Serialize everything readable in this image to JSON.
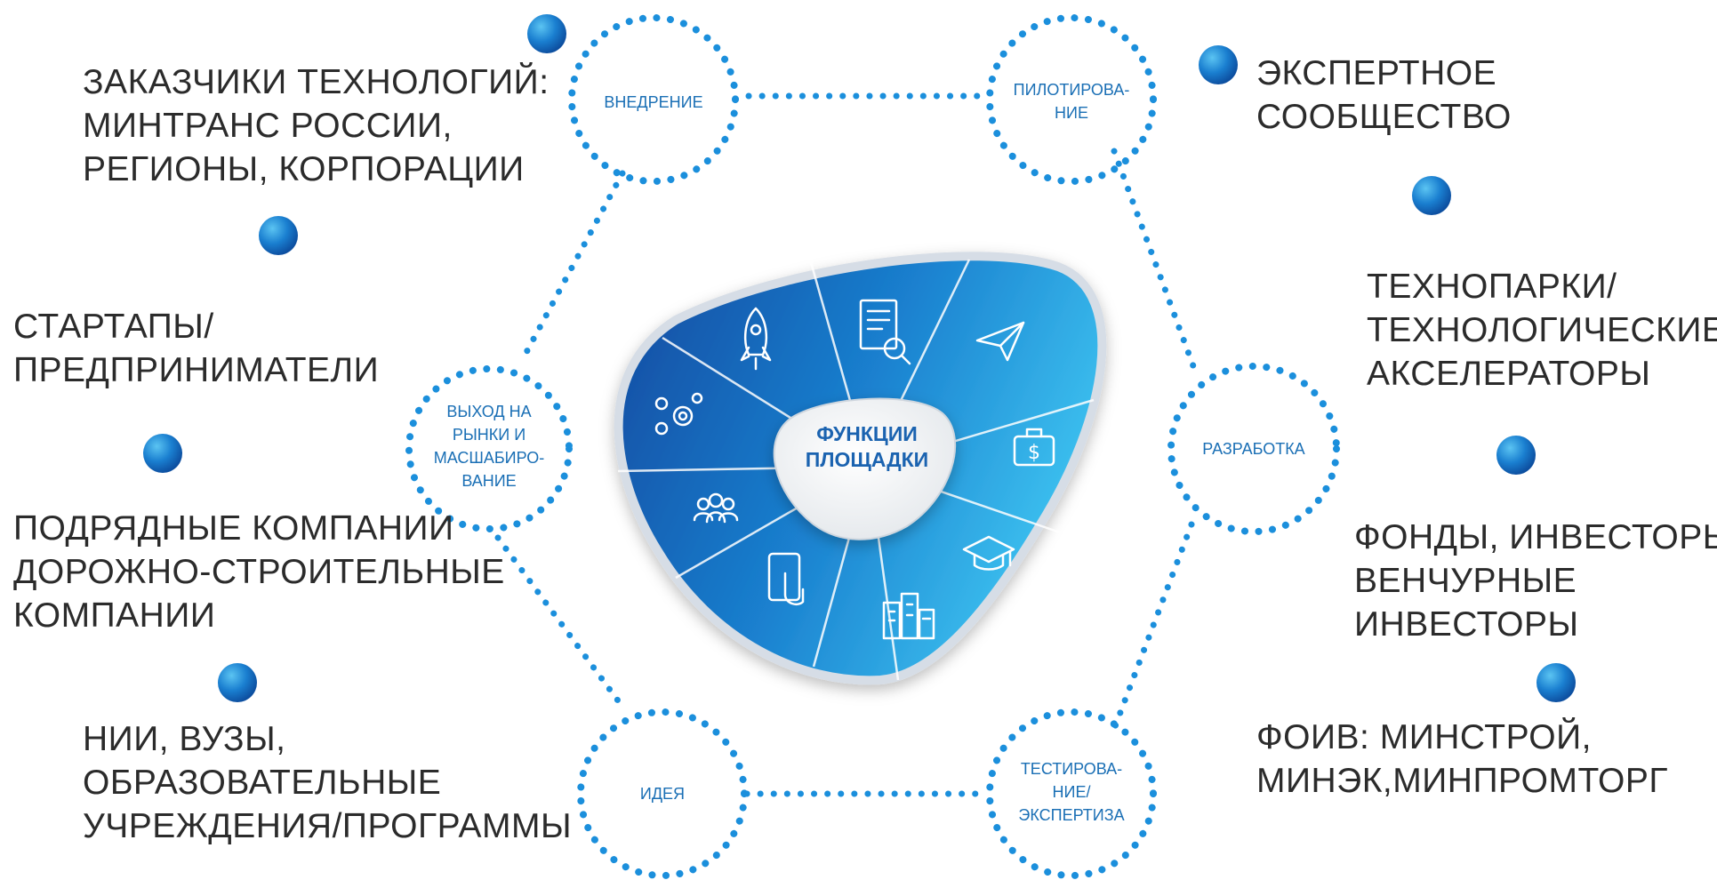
{
  "center": {
    "lines": [
      "ФУНКЦИИ",
      "ПЛОЩАДКИ"
    ]
  },
  "nodes": {
    "vnedrenie": {
      "lines": [
        "ВНЕДРЕНИЕ"
      ]
    },
    "pilot": {
      "lines": [
        "ПИЛОТИРОВА-",
        "НИЕ"
      ]
    },
    "razrabotka": {
      "lines": [
        "РАЗРАБОТКА"
      ]
    },
    "testing": {
      "lines": [
        "ТЕСТИРОВА-",
        "НИЕ/",
        "ЭКСПЕРТИЗА"
      ]
    },
    "ideya": {
      "lines": [
        "ИДЕЯ"
      ]
    },
    "vyhod": {
      "lines": [
        "ВЫХОД НА",
        "РЫНКИ И",
        "МАСШАБИРО-",
        "ВАНИЕ"
      ]
    }
  },
  "labels": {
    "zakazchiki": [
      "ЗАКАЗЧИКИ ТЕХНОЛОГИЙ:",
      "МИНТРАНС РОССИИ,",
      "РЕГИОНЫ, КОРПОРАЦИИ"
    ],
    "startapy": [
      "СТАРТАПЫ/",
      "ПРЕДПРИНИМАТЕЛИ"
    ],
    "podryadnye": [
      "ПОДРЯДНЫЕ КОМПАНИИ",
      "ДОРОЖНО-СТРОИТЕЛЬНЫЕ",
      "КОМПАНИИ"
    ],
    "nii": [
      "НИИ, ВУЗЫ,",
      "ОБРАЗОВАТЕЛЬНЫЕ",
      "УЧРЕЖДЕНИЯ/ПРОГРАММЫ"
    ],
    "ekspertnoe": [
      "ЭКСПЕРТНОЕ",
      "СООБЩЕСТВО"
    ],
    "tehnoparki": [
      "ТЕХНОПАРКИ/",
      "ТЕХНОЛОГИЧЕСКИЕ",
      "АКСЕЛЕРАТОРЫ"
    ],
    "fondy": [
      "ФОНДЫ, ИНВЕСТОРЫ,",
      "ВЕНЧУРНЫЕ",
      "ИНВЕСТОРЫ"
    ],
    "foiv": [
      "ФОИВ: МИНСТРОЙ,",
      "МИНЭК,МИНПРОМТОРГ"
    ]
  },
  "icons": [
    "rocket-icon",
    "document-search-icon",
    "paper-plane-icon",
    "money-briefcase-icon",
    "graduation-cap-icon",
    "buildings-icon",
    "touch-tablet-icon",
    "team-icon",
    "gears-people-icon"
  ],
  "colors": {
    "dots": "#1b8fdc",
    "bullet": "#1565c0",
    "text": "#2b2b2b",
    "node_text": "#1a6fb5",
    "blob_dark": "#1453a6",
    "blob_light": "#35b5ea"
  }
}
